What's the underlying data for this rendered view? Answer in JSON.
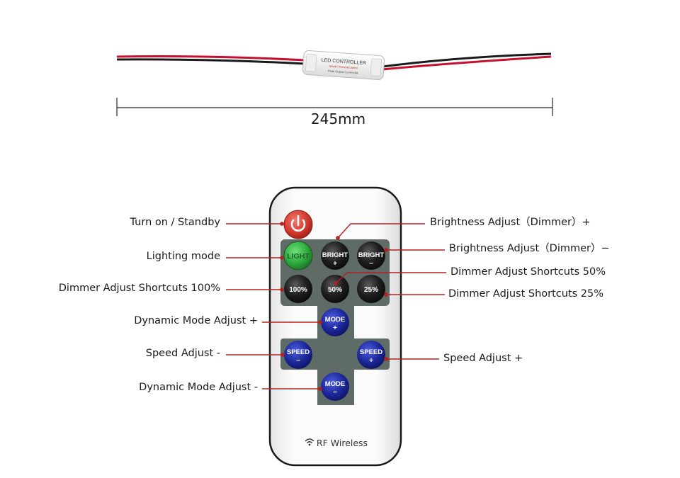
{
  "measurement": {
    "length": "245mm"
  },
  "controller": {
    "title": "LED CONTROLLER",
    "line2": "Model: RemoteControl",
    "line3": "Peak Output Current:6A"
  },
  "remote": {
    "brand_text": "RF Wireless",
    "buttons": {
      "light": "LIGHT",
      "bright_plus_top": "BRIGHT",
      "bright_plus_sign": "+",
      "bright_minus_top": "BRIGHT",
      "bright_minus_sign": "−",
      "pct100": "100%",
      "pct50": "50%",
      "pct25": "25%",
      "mode_plus_top": "MODE",
      "mode_plus_sign": "+",
      "speed_minus_top": "SPEED",
      "speed_minus_sign": "−",
      "speed_plus_top": "SPEED",
      "speed_plus_sign": "+",
      "mode_minus_top": "MODE",
      "mode_minus_sign": "−"
    }
  },
  "callouts": {
    "turn_on": "Turn on / Standby",
    "lighting_mode": "Lighting mode",
    "dimmer_100": "Dimmer Adjust Shortcuts 100%",
    "dynamic_plus": "Dynamic Mode Adjust +",
    "speed_minus": "Speed Adjust -",
    "dynamic_minus": "Dynamic Mode Adjust -",
    "brightness_plus": "Brightness Adjust（Dimmer）+",
    "brightness_minus": "Brightness Adjust（Dimmer）−",
    "dimmer_50": "Dimmer Adjust Shortcuts 50%",
    "dimmer_25": "Dimmer Adjust Shortcuts 25%",
    "speed_plus": "Speed Adjust +"
  },
  "colors": {
    "wire_red": "#c8102e",
    "wire_black": "#1a1a1a",
    "callout_line": "#b22222",
    "power_red": "#d63a2f",
    "light_green": "#3bb54a",
    "dark_button": "#2a2a2a",
    "blue_button": "#1e2aa8",
    "panel_gray": "#5e6b66"
  }
}
